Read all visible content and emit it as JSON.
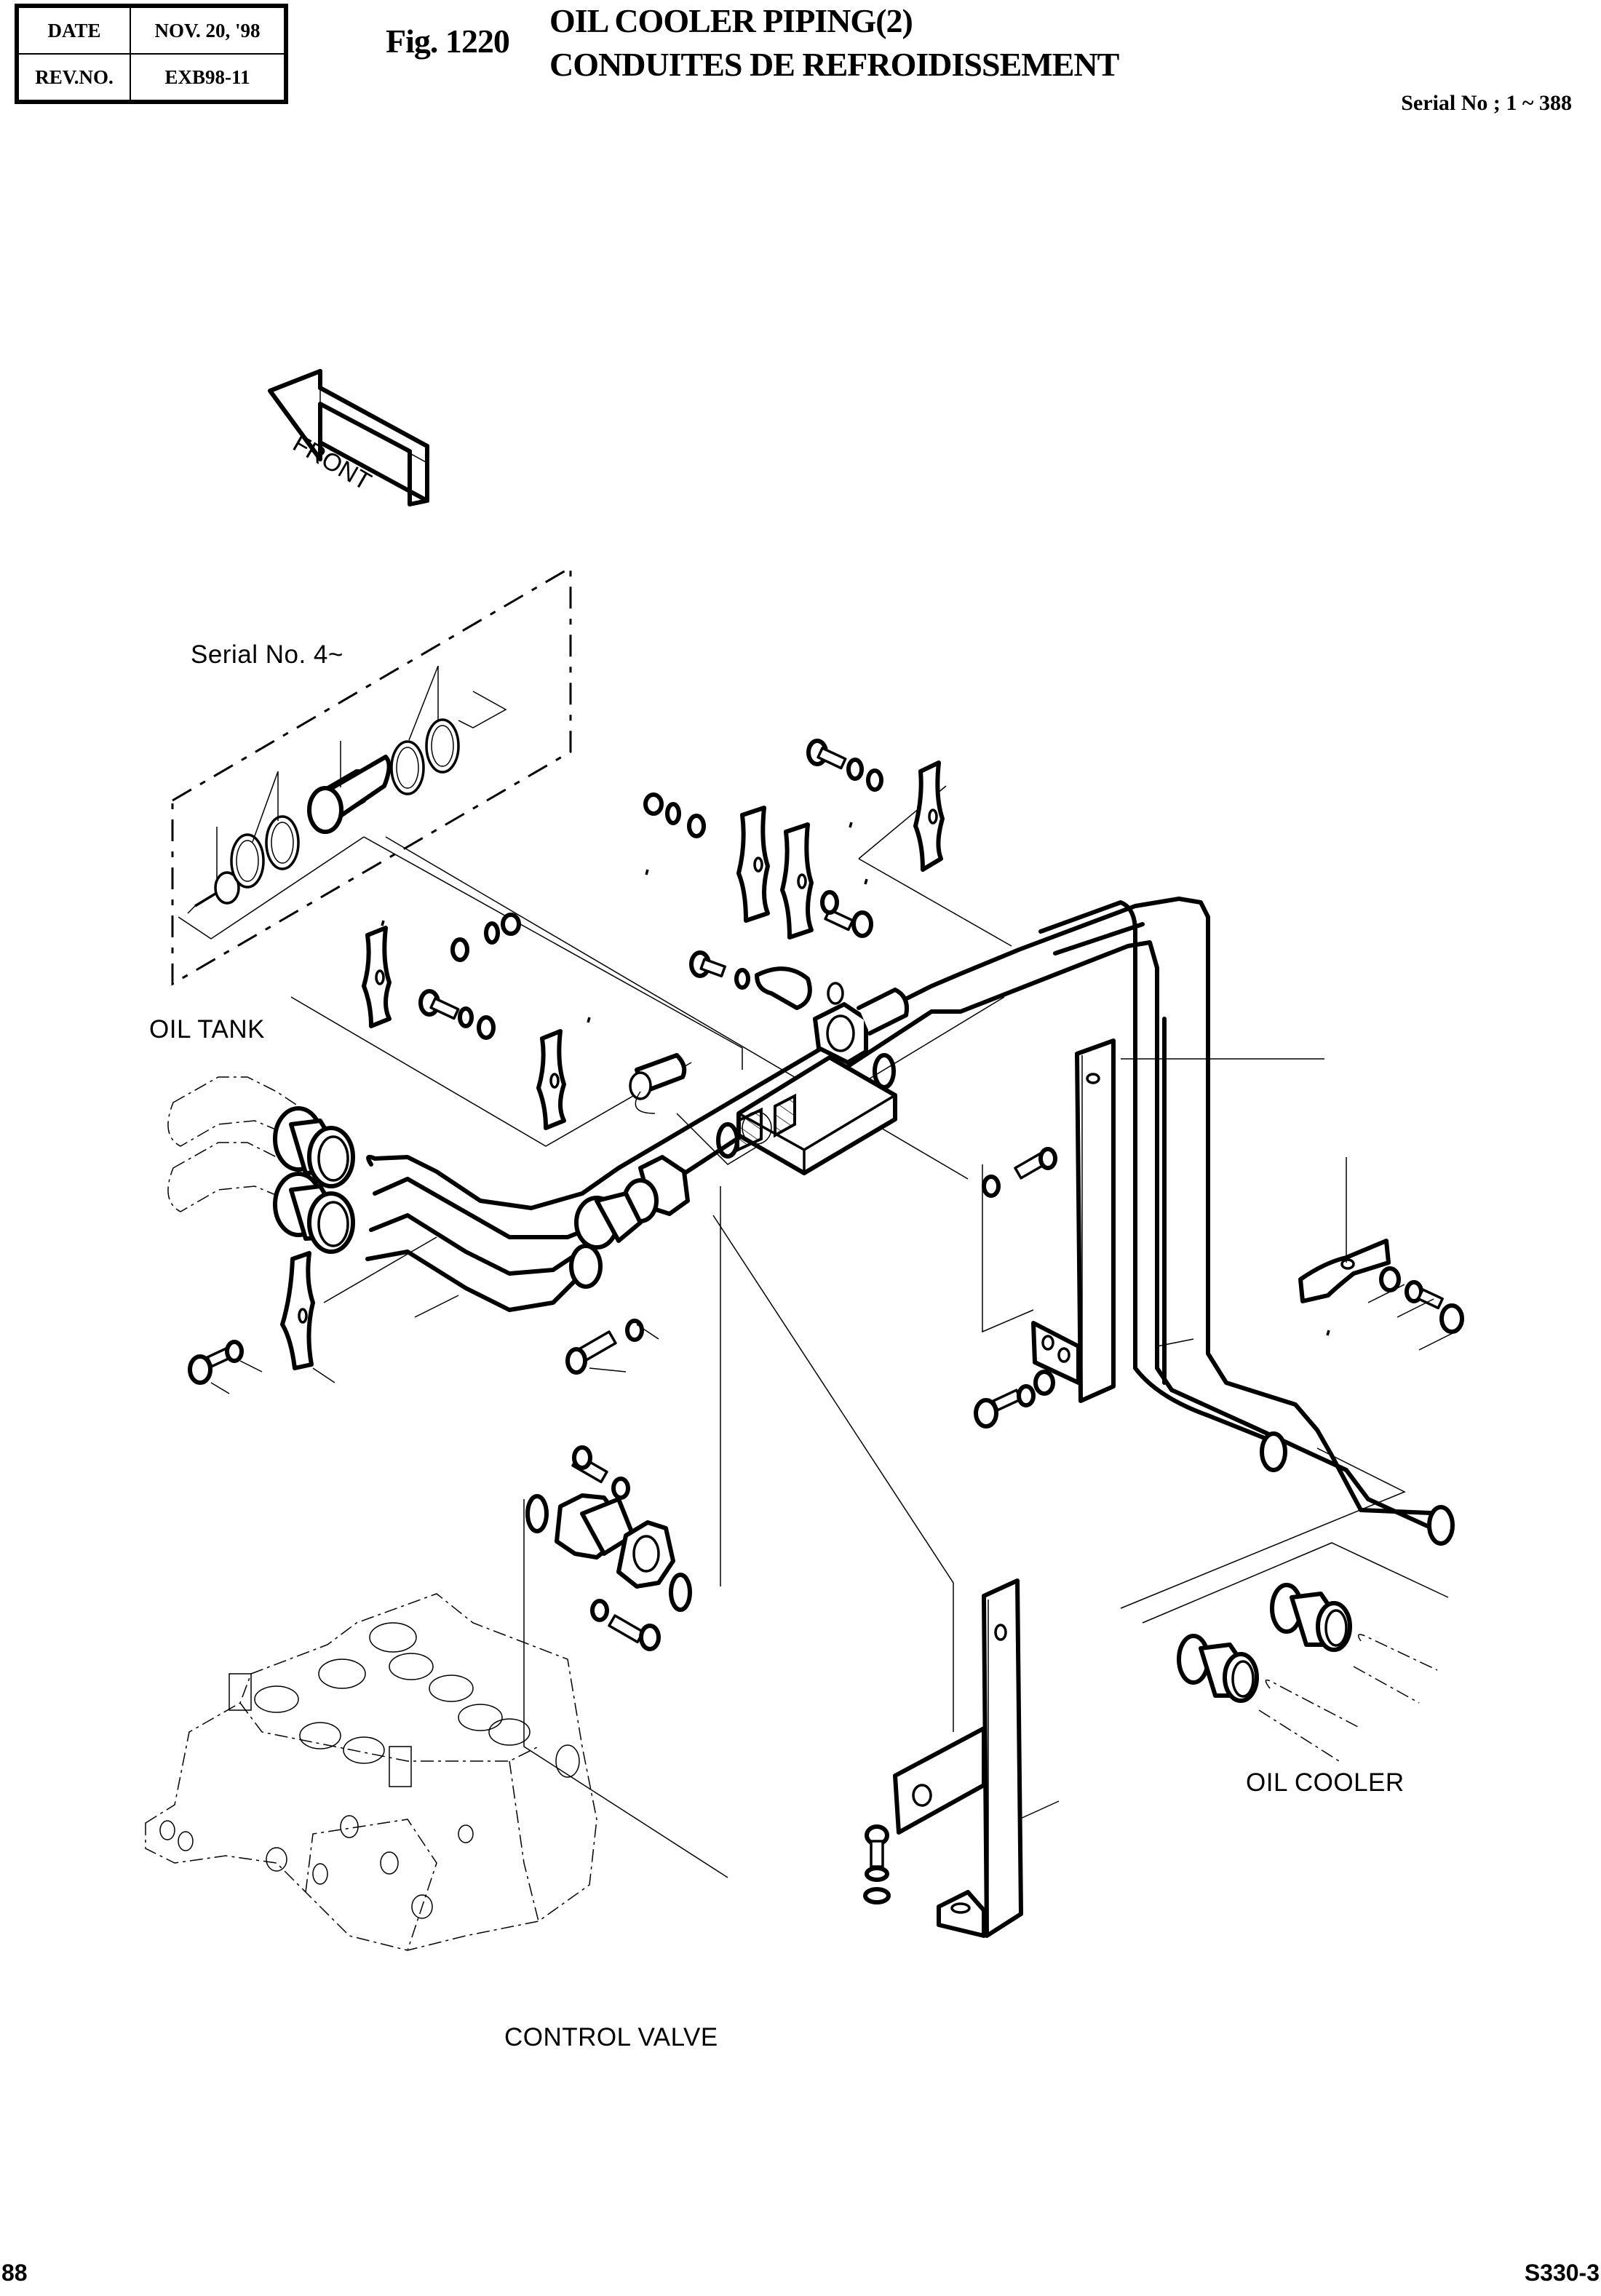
{
  "header": {
    "table": [
      {
        "key": "DATE",
        "value": "NOV. 20, '98"
      },
      {
        "key": "REV.NO.",
        "value": "EXB98-11"
      }
    ],
    "figure_number": "Fig. 1220",
    "title_en": "OIL COOLER PIPING(2)",
    "title_fr": "CONDUITES DE REFROIDISSEMENT",
    "serial_range": "Serial No ; 1 ~ 388"
  },
  "diagram": {
    "direction_indicator": "FRONT",
    "inset_label": "Serial No. 4~",
    "labels": {
      "oil_tank": "OIL TANK",
      "oil_cooler": "OIL COOLER",
      "control_valve": "CONTROL VALVE"
    },
    "components": [
      "hose-clamp",
      "hose",
      "plug",
      "clip",
      "bolt",
      "nut",
      "spring-washer",
      "flat-washer",
      "pipe-upper",
      "pipe-lower",
      "pipe-elbow",
      "manifold-block",
      "split-flange",
      "o-ring",
      "socket-bolt",
      "bracket-vertical",
      "bracket-lower",
      "adapter",
      "connector"
    ]
  },
  "footer": {
    "page_number": "88",
    "model": "S330-3"
  }
}
